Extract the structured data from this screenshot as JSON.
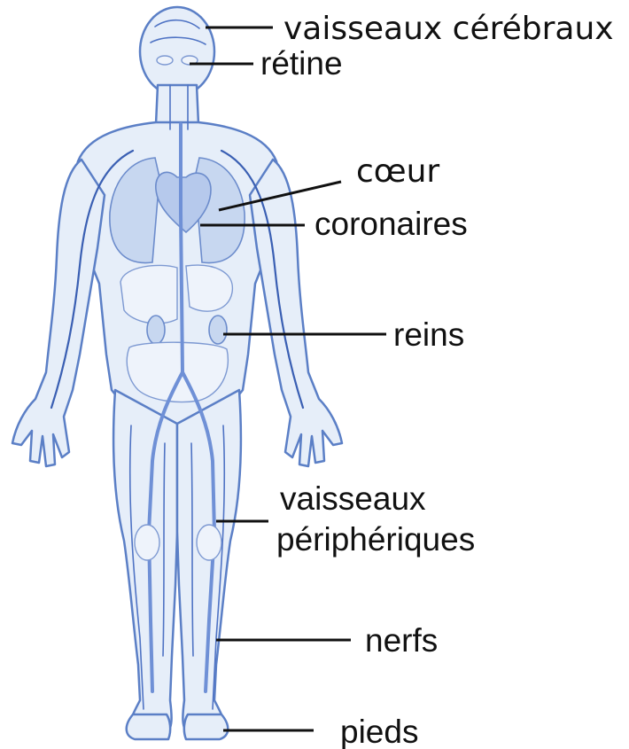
{
  "labels": {
    "brain_vessels": "vaisseaux cérébraux",
    "retina": "rétine",
    "heart": "cœur",
    "coronaries": "coronaires",
    "kidneys": "reins",
    "peripheral_line1": "vaisseaux",
    "peripheral_line2": "périphériques",
    "nerves": "nerfs",
    "feet": "pieds"
  },
  "colors": {
    "text": "#111111",
    "body_outline": "#5b7fc6",
    "body_fill": "#e6eef9",
    "vessels": "#4f73c4"
  }
}
